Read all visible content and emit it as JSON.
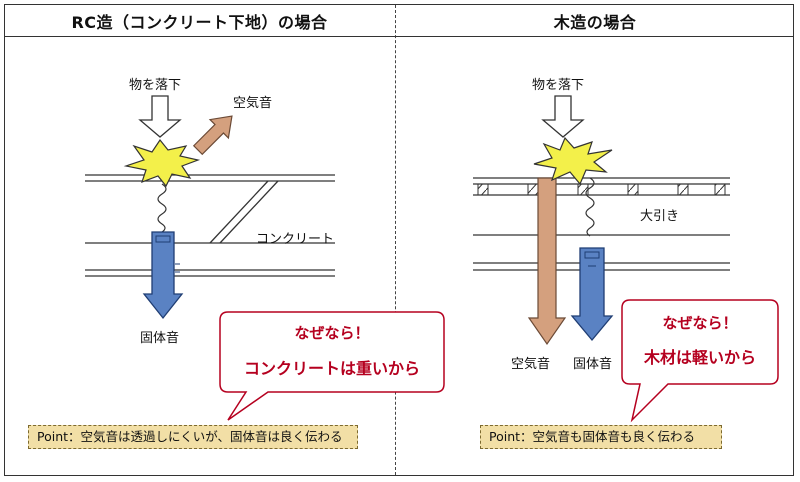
{
  "left_panel": {
    "title": "RC造（コンクリート下地）の場合",
    "drop_label": "物を落下",
    "airborne_label": "空気音",
    "concrete_label": "コンクリート",
    "solid_label": "固体音",
    "callout_line1": "なぜなら！",
    "callout_line2": "コンクリートは重いから",
    "point": "Point：空気音は透過しにくいが、固体音は良く伝わる"
  },
  "right_panel": {
    "title": "木造の場合",
    "drop_label": "物を落下",
    "beam_label": "大引き",
    "airborne_label": "空気音",
    "solid_label": "固体音",
    "callout_line1": "なぜなら！",
    "callout_line2": "木材は軽いから",
    "point": "Point：空気音も固体音も良く伝わる"
  },
  "colors": {
    "impact_star": "#f3f04a",
    "airborne_arrow": "#d4a07e",
    "solid_arrow": "#5a82c3",
    "callout_text": "#b5001f",
    "point_bg": "#f2dfa6"
  }
}
